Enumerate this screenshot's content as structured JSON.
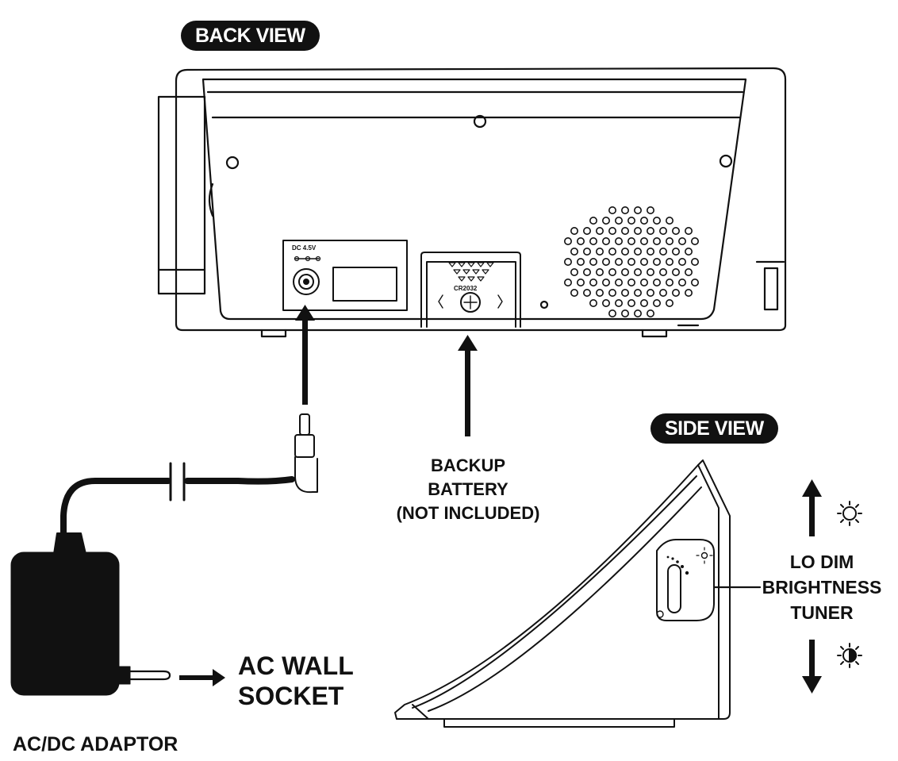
{
  "labels": {
    "back_view": "BACK VIEW",
    "side_view": "SIDE VIEW",
    "dc_port_label": "DC 4.5V",
    "battery_type": "CR2032",
    "backup_battery_line1": "BACKUP",
    "backup_battery_line2": "BATTERY",
    "backup_battery_line3": "(NOT INCLUDED)",
    "ac_wall_socket_line1": "AC WALL",
    "ac_wall_socket_line2": "SOCKET",
    "adaptor": "AC/DC ADAPTOR",
    "tuner_line1": "LO DIM",
    "tuner_line2": "BRIGHTNESS",
    "tuner_line3": "TUNER"
  },
  "icons": {
    "bright": "sun-icon",
    "dim": "half-sun-icon"
  },
  "colors": {
    "ink": "#111111",
    "pill_text": "#ffffff",
    "background": "#ffffff"
  }
}
